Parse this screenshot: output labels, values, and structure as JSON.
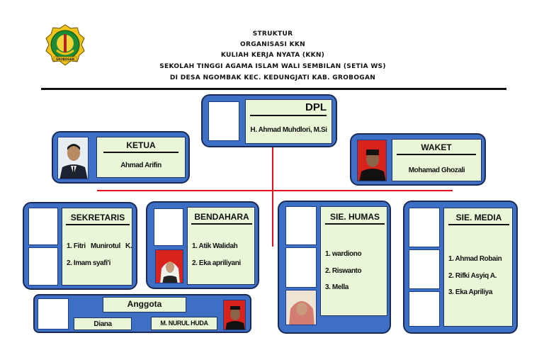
{
  "header": {
    "line1": "STRUKTUR",
    "line2": "ORGANISASI KKN",
    "line3": "KULIAH KERJA NYATA (KKN)",
    "line4": "SEKOLAH TINGGI AGAMA ISLAM WALI SEMBILAN (SETIA WS)",
    "line5": "DI DESA NGOMBAK KEC. KEDUNGJATI KAB. GROBOGAN"
  },
  "logo": {
    "icon": "regency-emblem-icon",
    "caption": "GROBOGAN"
  },
  "dpl": {
    "title": "DPL",
    "name": "H. Ahmad Muhdlori, M.Si"
  },
  "ketua": {
    "title": "KETUA",
    "name": "Ahmad Arifin"
  },
  "waket": {
    "title": "WAKET",
    "name": "Mohamad Ghozali"
  },
  "sekretaris": {
    "title": "SEKRETARIS",
    "members": [
      "1. Fitri   Munirotul   K.",
      "2. Imam syafi'i"
    ]
  },
  "bendahara": {
    "title": "BENDAHARA",
    "members": [
      "1. Atik Walidah",
      "2. Eka apriliyani"
    ]
  },
  "humas": {
    "title": "SIE. HUMAS",
    "members": [
      "1. wardiono",
      "2. Riswanto",
      "3. Mella"
    ]
  },
  "media": {
    "title": "SIE. MEDIA",
    "members": [
      "1. Ahmad Robain",
      "2. Rifki Asyiq A.",
      "3. Eka Apriliya"
    ]
  },
  "anggota": {
    "title": "Anggota",
    "members": [
      "Diana",
      "M. NURUL HUDA"
    ]
  },
  "colors": {
    "card": "#3d6fc4",
    "label": "#eaf6d8",
    "connector": "#e4131b"
  }
}
